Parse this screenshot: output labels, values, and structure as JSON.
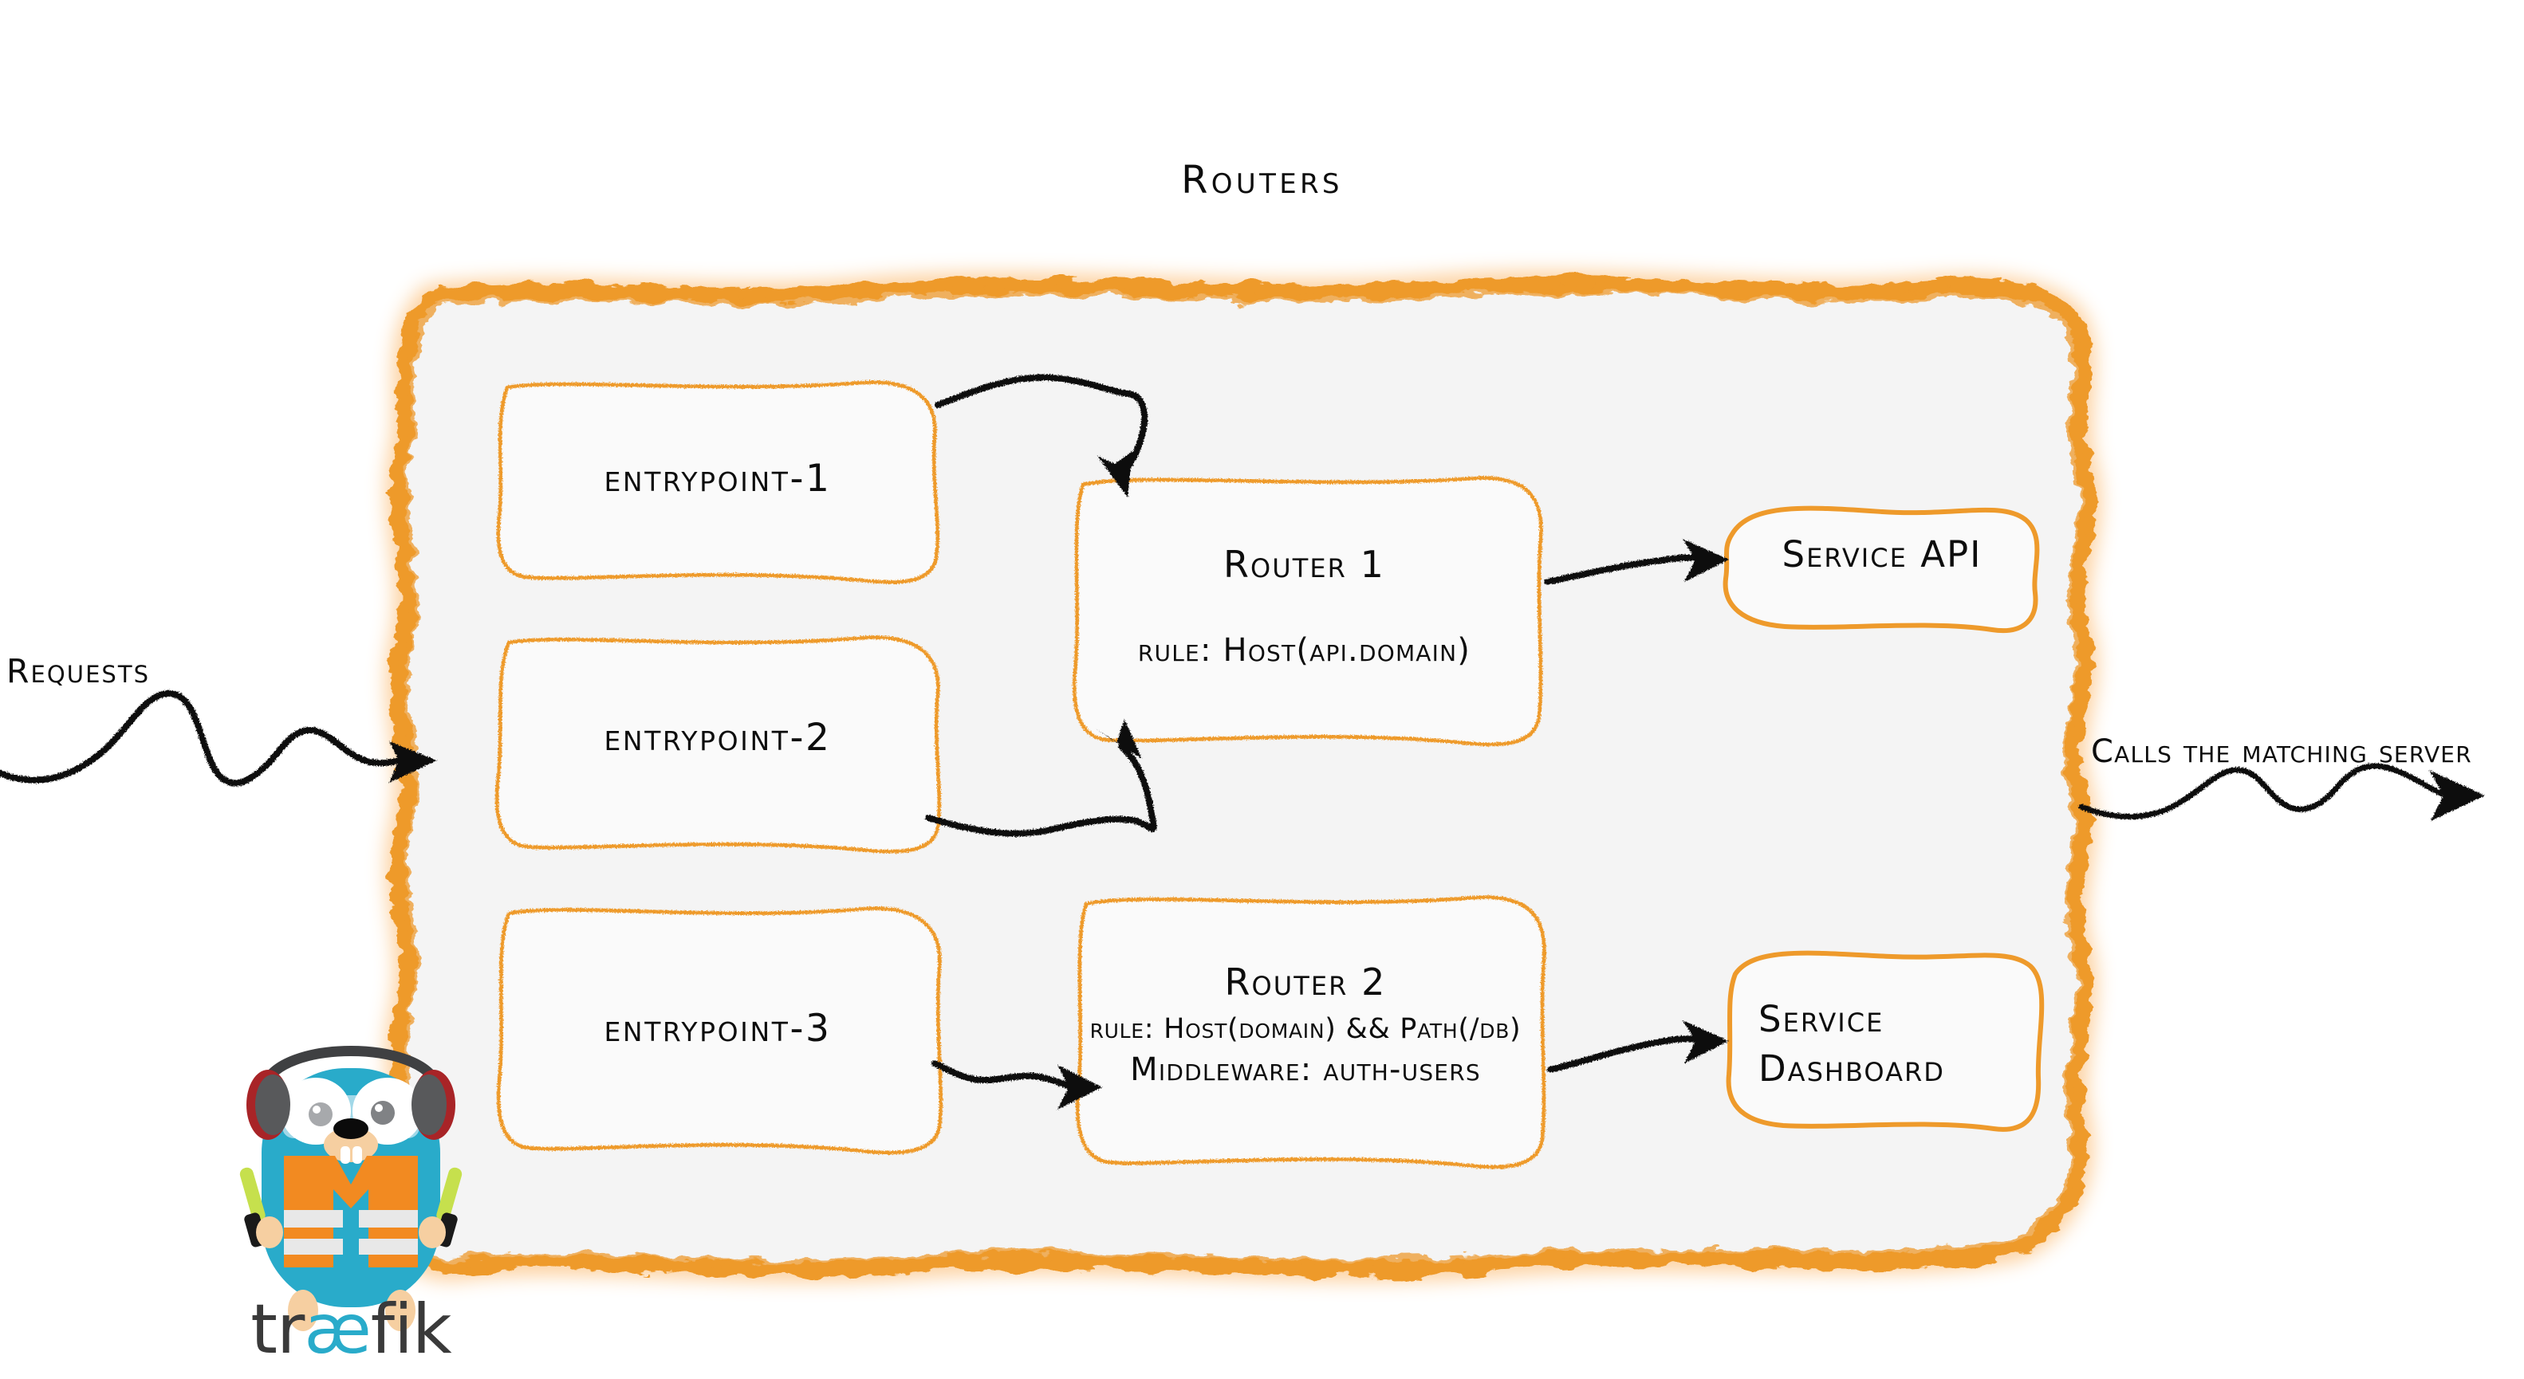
{
  "diagram": {
    "title": "Routers",
    "type": "architecture-flow",
    "theme": {
      "accent_orange": "#EE9A2B",
      "panel_fill": "#F4F4F4",
      "node_fill": "#FAFAFA",
      "ink_black": "#0D0D0D",
      "page_background": "#FFFFFF"
    }
  },
  "input": {
    "label": "Requests",
    "arrow": "squiggly-arrow-right"
  },
  "output": {
    "label": "Calls the matching server",
    "arrow": "squiggly-arrow-right"
  },
  "entrypoints": [
    {
      "id": "entrypoint-1",
      "label": "entrypoint-1"
    },
    {
      "id": "entrypoint-2",
      "label": "entrypoint-2"
    },
    {
      "id": "entrypoint-3",
      "label": "entrypoint-3"
    }
  ],
  "routers": [
    {
      "id": "router-1",
      "name": "Router 1",
      "rule": "rule: Host(api.domain)",
      "middleware": null
    },
    {
      "id": "router-2",
      "name": "Router 2",
      "rule": "rule: Host(domain) && Path(/db)",
      "middleware": "Middleware: auth-users"
    }
  ],
  "services": [
    {
      "id": "service-api",
      "name": "Service API",
      "lines": [
        "Service API"
      ]
    },
    {
      "id": "service-dashboard",
      "name": "Service Dashboard",
      "lines": [
        "Service",
        "Dashboard"
      ]
    }
  ],
  "connections": [
    {
      "from": "entrypoint-1",
      "to": "router-1",
      "style": "squiggly-curve"
    },
    {
      "from": "entrypoint-2",
      "to": "router-1",
      "style": "squiggly-curve"
    },
    {
      "from": "entrypoint-3",
      "to": "router-2",
      "style": "squiggly-short"
    },
    {
      "from": "router-1",
      "to": "service-api",
      "style": "squiggly-arrow"
    },
    {
      "from": "router-2",
      "to": "service-dashboard",
      "style": "squiggly-arrow"
    }
  ],
  "branding": {
    "name": "traefik",
    "wordmark_parts": [
      "tr",
      "æ",
      "fik"
    ],
    "mascot": "gopher-traffic-marshal",
    "colors": {
      "body_cyan": "#29ABCA",
      "vest_orange": "#F28A21",
      "vest_stripe": "#E8E8E8",
      "headphone_gray": "#58595B",
      "headphone_red": "#A82427",
      "stick_green": "#C6E04D",
      "paw_tan": "#F6CFA1",
      "wordmark_dark": "#3A3A3A"
    }
  }
}
